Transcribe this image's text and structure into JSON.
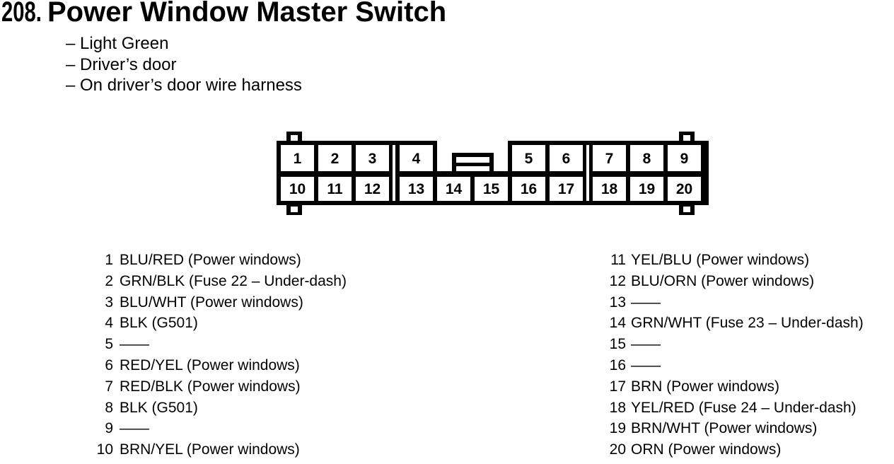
{
  "page": {
    "section_number": "208.",
    "title": "Power Window Master Switch",
    "notes": [
      "– Light Green",
      "– Driver’s door",
      "– On driver’s door wire harness"
    ]
  },
  "connector": {
    "pins_top": [
      "1",
      "2",
      "3",
      "4",
      "5",
      "6",
      "7",
      "8",
      "9"
    ],
    "pins_bottom": [
      "10",
      "11",
      "12",
      "13",
      "14",
      "15",
      "16",
      "17",
      "18",
      "19",
      "20"
    ]
  },
  "pin_list": {
    "left": [
      {
        "num": "1",
        "desc": "BLU/RED (Power windows)"
      },
      {
        "num": "2",
        "desc": "GRN/BLK (Fuse 22 – Under-dash)"
      },
      {
        "num": "3",
        "desc": "BLU/WHT (Power windows)"
      },
      {
        "num": "4",
        "desc": "BLK (G501)"
      },
      {
        "num": "5",
        "desc": "——"
      },
      {
        "num": "6",
        "desc": "RED/YEL (Power windows)"
      },
      {
        "num": "7",
        "desc": "RED/BLK (Power windows)"
      },
      {
        "num": "8",
        "desc": "BLK (G501)"
      },
      {
        "num": "9",
        "desc": "——"
      },
      {
        "num": "10",
        "desc": "BRN/YEL (Power windows)"
      }
    ],
    "right": [
      {
        "num": "11",
        "desc": "YEL/BLU (Power windows)"
      },
      {
        "num": "12",
        "desc": "BLU/ORN (Power windows)"
      },
      {
        "num": "13",
        "desc": "——"
      },
      {
        "num": "14",
        "desc": "GRN/WHT (Fuse 23 – Under-dash)"
      },
      {
        "num": "15",
        "desc": "——"
      },
      {
        "num": "16",
        "desc": "——"
      },
      {
        "num": "17",
        "desc": "BRN (Power windows)"
      },
      {
        "num": "18",
        "desc": "YEL/RED (Fuse 24 – Under-dash)"
      },
      {
        "num": "19",
        "desc": "BRN/WHT (Power windows)"
      },
      {
        "num": "20",
        "desc": "ORN (Power windows)"
      }
    ]
  },
  "colors": {
    "ink": "#000000",
    "paper": "#ffffff"
  }
}
